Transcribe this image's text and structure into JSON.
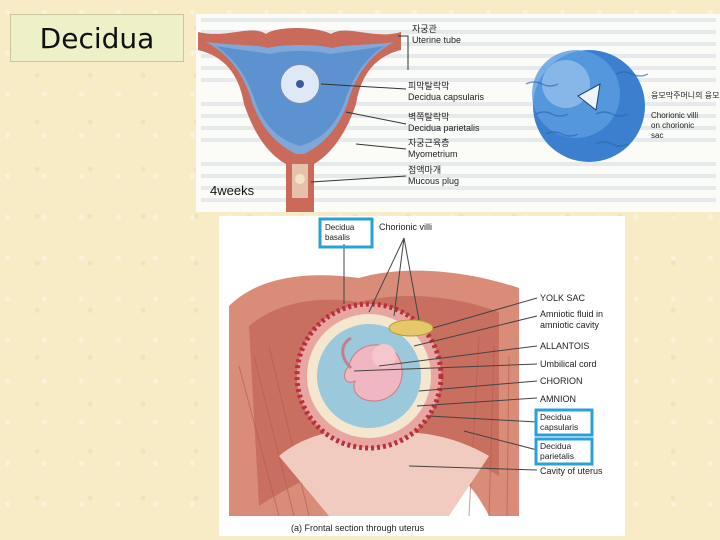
{
  "title": "Decidua",
  "top_figure": {
    "stage_label": "4weeks",
    "labels": [
      {
        "ko": "자궁관",
        "en": "Uterine tube"
      },
      {
        "ko": "피막탈락막",
        "en": "Decidua capsularis"
      },
      {
        "ko": "벽쪽탈락막",
        "en": "Decidua parietalis"
      },
      {
        "ko": "자궁근육층",
        "en": "Myometrium"
      },
      {
        "ko": "점액마개",
        "en": "Mucous plug"
      }
    ],
    "sac_label": {
      "ko": "융모막주머니의 융모막융모",
      "en1": "Chorionic villi",
      "en2": "on chorionic",
      "en3": "sac"
    }
  },
  "bottom_figure": {
    "top_labels": {
      "basalis1": "Decidua",
      "basalis2": "basalis",
      "villi": "Chorionic villi"
    },
    "labels": {
      "yolk": "YOLK SAC",
      "amniotic1": "Amniotic fluid in",
      "amniotic2": "amniotic cavity",
      "allantois": "ALLANTOIS",
      "umbilical": "Umbilical cord",
      "chorion": "CHORION",
      "amnion": "AMNION",
      "capsularis1": "Decidua",
      "capsularis2": "capsularis",
      "parietalis1": "Decidua",
      "parietalis2": "parietalis",
      "cavity": "Cavity of uterus"
    },
    "caption": "(a) Frontal section through uterus"
  },
  "colors": {
    "highlight": "#2aa0d8",
    "tissue": "#d98c78",
    "fluid": "#5f9fd6"
  }
}
